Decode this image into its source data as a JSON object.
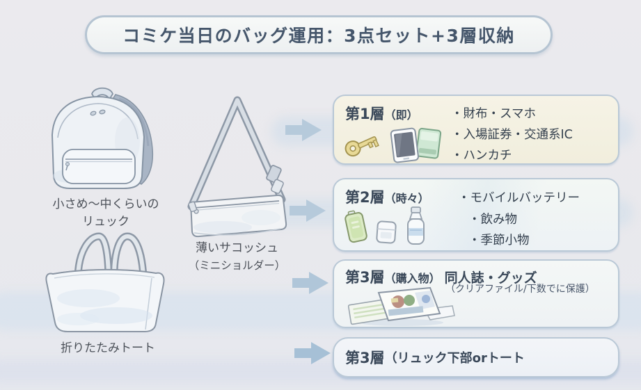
{
  "title": "コミケ当日のバッグ運用：3点セット+3層収納",
  "bags": [
    {
      "illustration": "backpack-illustration",
      "label_line1": "小さめ〜中くらいの",
      "label_line2": "リュック"
    },
    {
      "illustration": "shoulder-bag-illustration",
      "label_line1": "薄いサコッシュ",
      "label_line2": "（ミニショルダー）"
    },
    {
      "illustration": "tote-bag-illustration",
      "label_line1": "折りたたみトート",
      "label_line2": ""
    }
  ],
  "layers": [
    {
      "heading": "第1層",
      "qualifier": "（即）",
      "items": [
        "・財布・スマホ",
        "・入場証券・交通系IC",
        "・ハンカチ"
      ],
      "icons": [
        "key-icon",
        "smartphone-icon",
        "ic-card-icon"
      ]
    },
    {
      "heading": "第2層",
      "qualifier": "（時々）",
      "items": [
        "・モバイルバッテリー",
        "・飲み物",
        "・季節小物"
      ],
      "icons": [
        "mobile-battery-icon",
        "pouch-icon",
        "drink-bottle-icon"
      ]
    },
    {
      "heading": "第3層",
      "qualifier": "（購入物）",
      "inline_text": "同人誌・グッズ",
      "note": "（クリアファイル/下数でに保護）",
      "icons": [
        "doujinshi-prints-icon"
      ]
    },
    {
      "heading": "第3層",
      "qualifier": "（リュック下部orトート",
      "items": [],
      "icons": []
    }
  ],
  "colors": {
    "background": "#e9e9ed",
    "box_border": "#b9c8d6",
    "layer1_bg": "#f5f2e3",
    "layer_bg": "#f3f6f5",
    "arrow": "#b6cadb",
    "arrow_dark": "#a6c0d6",
    "title_text": "#45566b",
    "heading_text": "#3a4859",
    "body_text": "#333f4d",
    "label_text": "#4b5058"
  }
}
